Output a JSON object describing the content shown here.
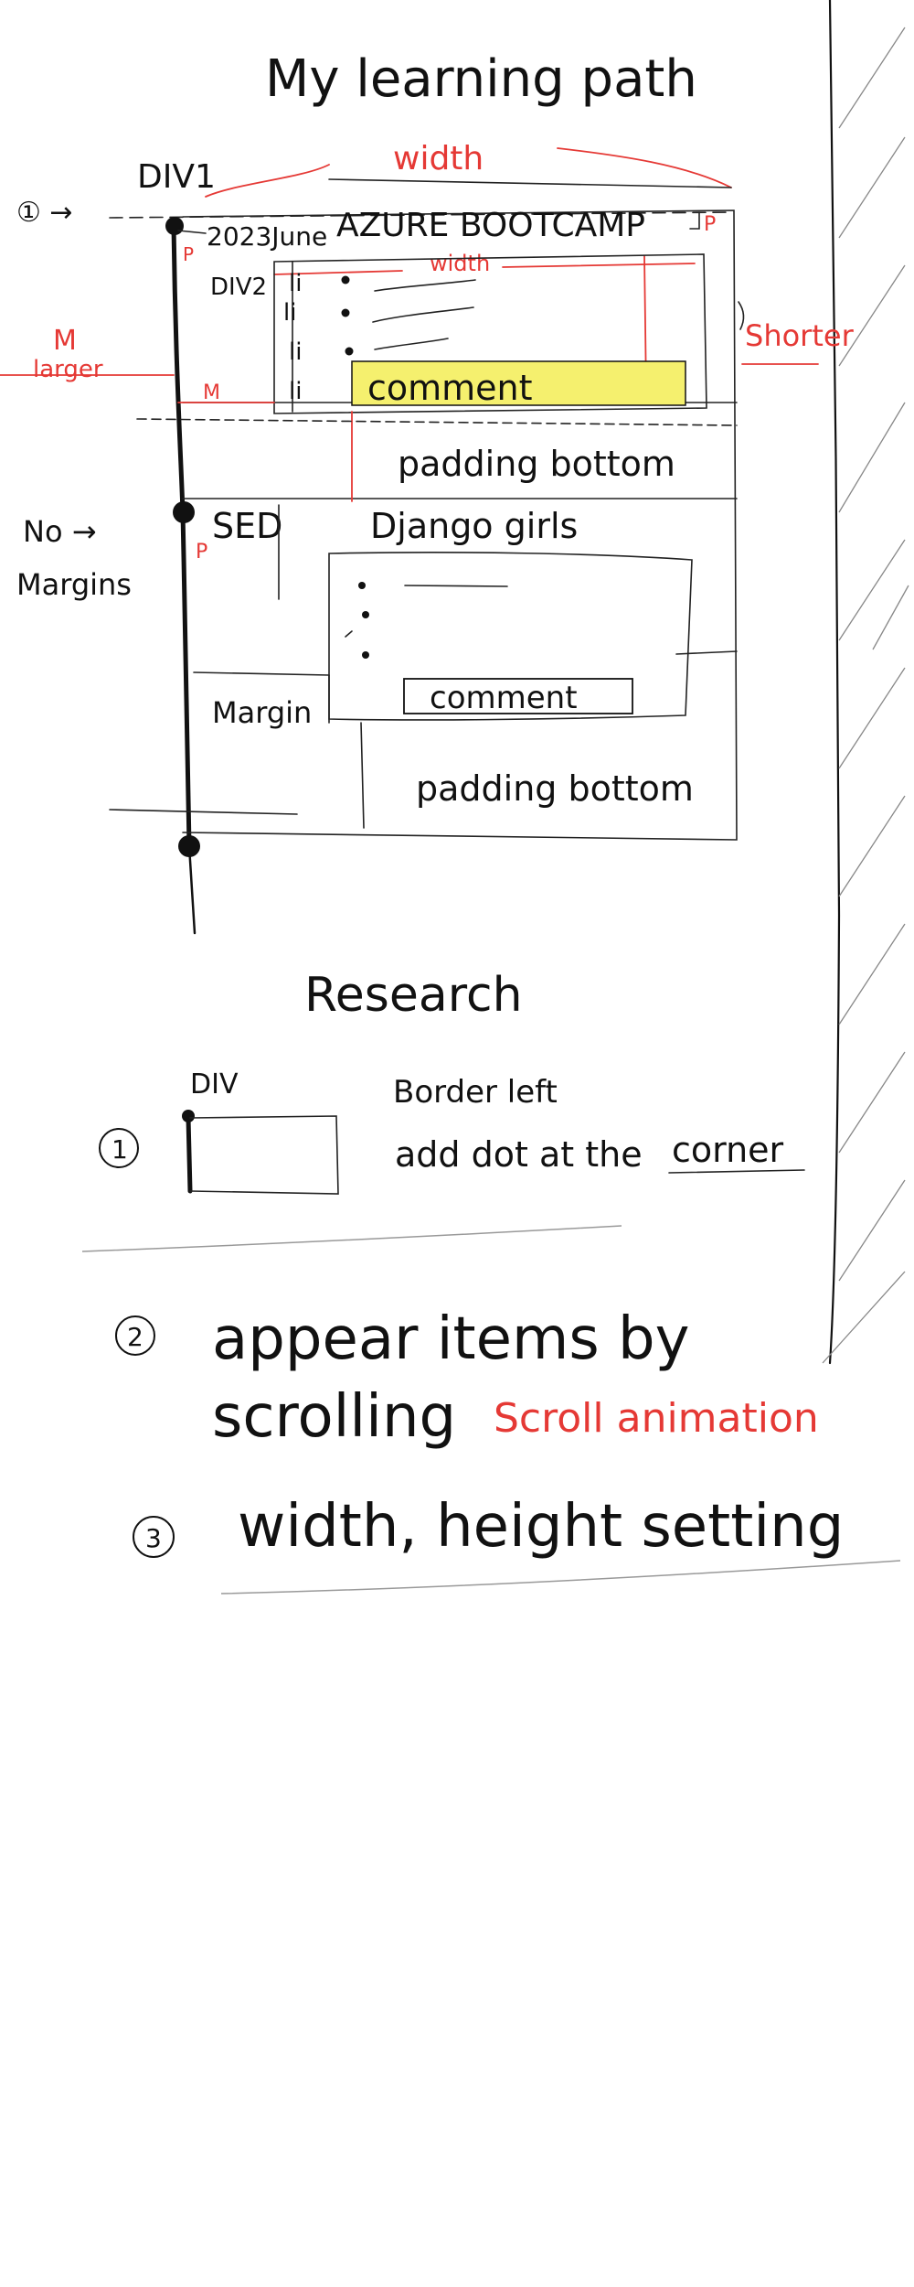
{
  "title": "My learning path",
  "labels": {
    "div1": "DIV1",
    "div2": "DIV2",
    "width_top": "width",
    "width_inner": "width",
    "p_left": "P",
    "p_right": "P",
    "num1": "① →",
    "m_larger_m": "M",
    "m_larger_text": "larger",
    "shorter": "Shorter",
    "m_small": "M",
    "no_margin_1": "No →",
    "no_margin_2": "Margins",
    "p_second": "P",
    "margin_second": "Margin"
  },
  "timeline": {
    "items": [
      {
        "date": "2023June",
        "heading": "AZURE  BOOTCAMP",
        "list_markers": [
          "li",
          "li",
          "li",
          "li"
        ],
        "comment": "comment",
        "padding_label": "padding bottom"
      },
      {
        "date": "SED",
        "heading": "Django girls",
        "comment": "comment",
        "padding_label": "padding bottom"
      }
    ]
  },
  "research": {
    "heading": "Research",
    "item1_num": "1",
    "item1_div": "DIV",
    "item1_line1": "Border  left",
    "item1_line2_a": "add  dot  at the ",
    "item1_line2_b": "corner",
    "item2_num": "2",
    "item2_line1": "appear  items  by",
    "item2_line2": "scrolling",
    "item2_red": "Scroll animation",
    "item3_num": "3",
    "item3_line": "width,  height  setting"
  },
  "colors": {
    "ink": "#111111",
    "red": "#e53935",
    "highlight": "#f5f06e"
  }
}
